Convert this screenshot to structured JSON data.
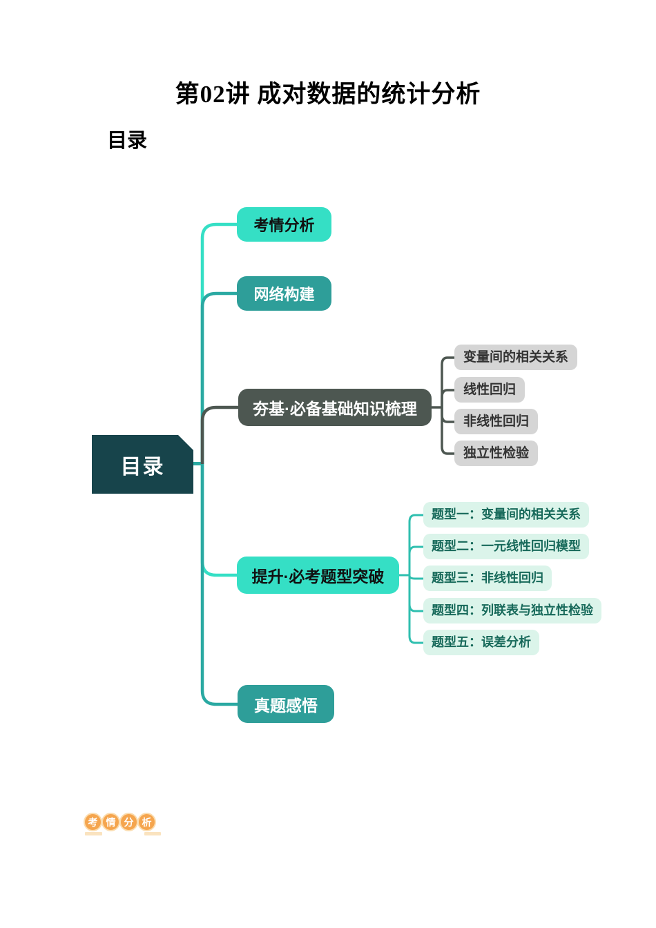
{
  "page": {
    "title": "第02讲 成对数据的统计分析",
    "toc_heading": "目录"
  },
  "mindmap": {
    "root_label": "目录",
    "branches": [
      {
        "label": "考情分析"
      },
      {
        "label": "网络构建"
      },
      {
        "label": "夯基·必备基础知识梳理",
        "children": [
          "变量间的相关关系",
          "线性回归",
          "非线性回归",
          "独立性检验"
        ]
      },
      {
        "label": "提升·必考题型突破",
        "children": [
          "题型一：变量间的相关关系",
          "题型二：一元线性回归模型",
          "题型三：非线性回归",
          "题型四：列联表与独立性检验",
          "题型五：误差分析"
        ]
      },
      {
        "label": "真题感悟"
      }
    ],
    "colors": {
      "bright_turquoise": "#35DFC5",
      "teal_box": "#2E9E99",
      "teal_line": "#2AA9A2",
      "root_dark": "#17444B",
      "dark_branch": "#4D5751",
      "gray_child_bg": "#D5D5D5",
      "mint_child_bg": "#DBF4EA",
      "mint_child_text": "#17695A"
    }
  },
  "footer_badge": {
    "label": "考情分析",
    "characters": [
      "考",
      "情",
      "分",
      "析"
    ],
    "color": "#F5A54E"
  }
}
